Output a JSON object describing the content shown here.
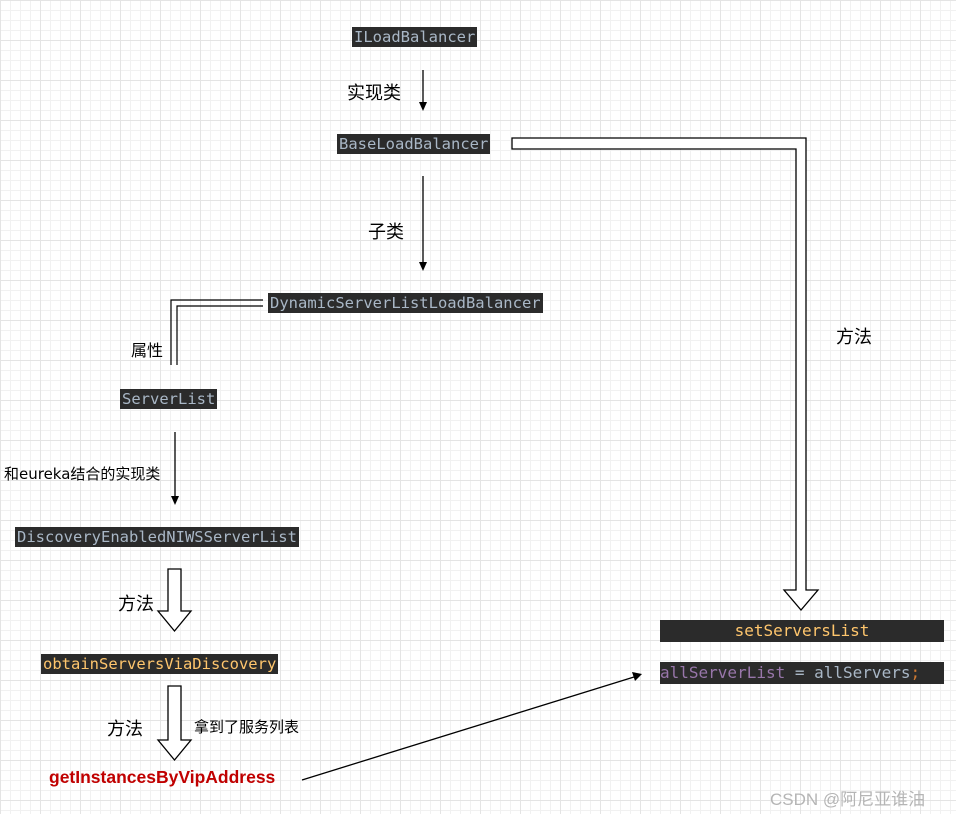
{
  "nodes": {
    "iloadbalancer": "ILoadBalancer",
    "baseloadbalancer": "BaseLoadBalancer",
    "dynamic": "DynamicServerListLoadBalancer",
    "serverlist": "ServerList",
    "discovery": "DiscoveryEnabledNIWSServerList",
    "obtain": "obtainServersViaDiscovery",
    "getinstances": "getInstancesByVipAddress",
    "setservers": "setServersList"
  },
  "assignment": {
    "var": "allServerList",
    "rest": " = allServers",
    "semi": ";"
  },
  "edge_labels": {
    "impl": "实现类",
    "subclass": "子类",
    "attribute": "属性",
    "eureka_impl": "和eureka结合的实现类",
    "method_right": "方法",
    "method_1": "方法",
    "method_2": "方法",
    "got_list": "拿到了服务列表"
  },
  "watermark": "CSDN @阿尼亚谁油"
}
